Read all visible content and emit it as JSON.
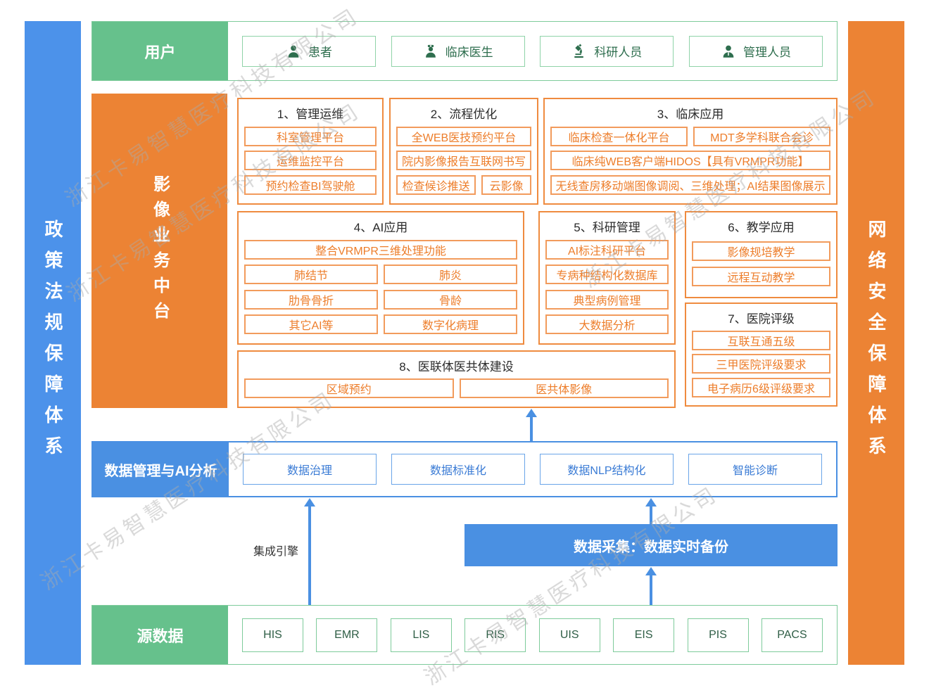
{
  "watermark_text": "浙江卡易智慧医疗科技有限公司",
  "left_bar": {
    "label": "政策法规保障体系"
  },
  "right_bar": {
    "label": "网络安全保障体系"
  },
  "user_row": {
    "label": "用户",
    "items": [
      {
        "label": "患者",
        "icon": "patient-icon"
      },
      {
        "label": "临床医生",
        "icon": "doctor-icon"
      },
      {
        "label": "科研人员",
        "icon": "researcher-icon"
      },
      {
        "label": "管理人员",
        "icon": "manager-icon"
      }
    ]
  },
  "platform": {
    "label": "影像业务中台",
    "sections": [
      {
        "title": "1、管理运维",
        "items": [
          "科室管理平台",
          "运维监控平台",
          "预约检查BI驾驶舱"
        ]
      },
      {
        "title": "2、流程优化",
        "items": [
          "全WEB医技预约平台",
          "院内影像报告互联网书写",
          "检查候诊推送",
          "云影像"
        ]
      },
      {
        "title": "3、临床应用",
        "items": [
          "临床检查一体化平台",
          "MDT多学科联合会诊",
          "临床纯WEB客户端HIDOS【具有VRMPR功能】",
          "无线查房移动端图像调阅、三维处理；AI结果图像展示"
        ]
      },
      {
        "title": "4、AI应用",
        "items": [
          "整合VRMPR三维处理功能",
          "肺结节",
          "肺炎",
          "肋骨骨折",
          "骨龄",
          "其它AI等",
          "数字化病理"
        ]
      },
      {
        "title": "5、科研管理",
        "items": [
          "AI标注科研平台",
          "专病种结构化数据库",
          "典型病例管理",
          "大数据分析"
        ]
      },
      {
        "title": "6、教学应用",
        "items": [
          "影像规培教学",
          "远程互动教学"
        ]
      },
      {
        "title": "7、医院评级",
        "items": [
          "互联互通五级",
          "三甲医院评级要求",
          "电子病历6级评级要求"
        ]
      },
      {
        "title": "8、医联体医共体建设",
        "items": [
          "区域预约",
          "医共体影像"
        ]
      }
    ]
  },
  "data_mgmt": {
    "label": "数据管理与AI分析",
    "items": [
      "数据治理",
      "数据标准化",
      "数据NLP结构化",
      "智能诊断"
    ]
  },
  "integration": {
    "label": "集成引擎"
  },
  "collection": {
    "label": "数据采集：数据实时备份"
  },
  "source_row": {
    "label": "源数据",
    "items": [
      "HIS",
      "EMR",
      "LIS",
      "RIS",
      "UIS",
      "EIS",
      "PIS",
      "PACS"
    ]
  },
  "colors": {
    "green": "#66c18c",
    "green_border": "#7ecb9b",
    "green_text": "#2e6e4e",
    "orange": "#ec8334",
    "orange_border": "#ef8b3f",
    "orange_text": "#ed7d2a",
    "blue": "#4a90e2",
    "blue_text": "#3a7bd5",
    "watermark": "#cfcfcf"
  }
}
